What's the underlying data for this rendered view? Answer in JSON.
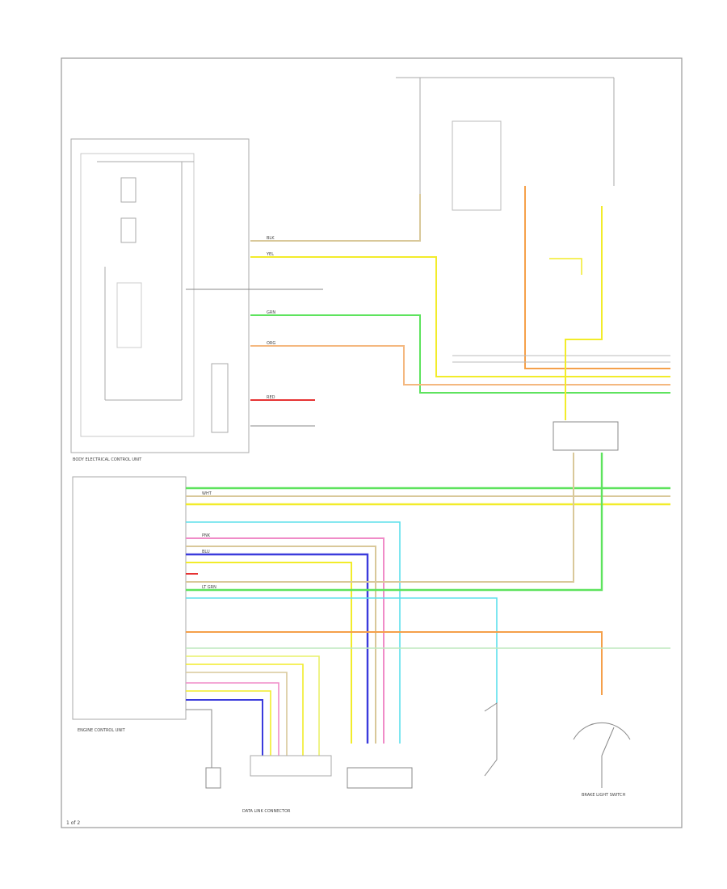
{
  "page": {
    "corner_code": "1 of 2"
  },
  "wire_colors": {
    "yellow": "#f2ec2a",
    "green": "#5ee35e",
    "orange": "#f5a04a",
    "light_orange": "#f4b880",
    "red": "#e63333",
    "pink": "#f08cc8",
    "blue": "#3b3bdc",
    "cyan": "#5fe0ec",
    "tan": "#d9c89a",
    "gray": "#888888"
  },
  "modules": {
    "top_left_module": "BODY ELECTRICAL CONTROL UNIT",
    "control_unit": "ENGINE CONTROL UNIT",
    "bottom_center_connector": "DATA LINK CONNECTOR",
    "bottom_right_switch": "BRAKE LIGHT SWITCH"
  },
  "wire_labels": {
    "blk": "BLK",
    "yel": "YEL",
    "grn": "GRN",
    "org": "ORG",
    "red": "RED",
    "pnk": "PNK",
    "blu": "BLU",
    "lt_grn": "LT GRN",
    "wht": "WHT"
  }
}
